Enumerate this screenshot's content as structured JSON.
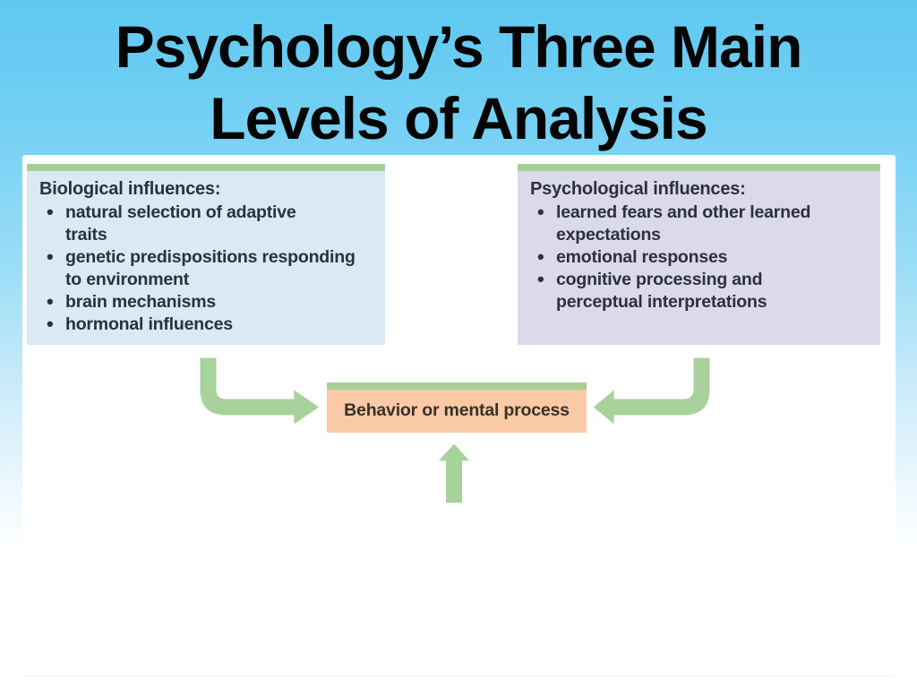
{
  "slide": {
    "title": {
      "line1": "Psychology’s Three Main",
      "line2": "Levels of Analysis"
    }
  },
  "diagram": {
    "biological": {
      "header": "Biological influences:",
      "bullets": [
        "natural selection of adaptive\ntraits",
        "genetic predispositions responding\nto environment",
        "brain mechanisms",
        "hormonal influences"
      ]
    },
    "psychological": {
      "header": "Psychological influences:",
      "bullets": [
        "learned fears and other learned\nexpectations",
        "emotional responses",
        "cognitive processing and\nperceptual interpretations"
      ]
    },
    "outcome": {
      "label": "Behavior or mental process"
    },
    "arrows": [
      "biological-to-behavior",
      "psychological-to-behavior",
      "upward-to-behavior"
    ],
    "colors": {
      "background_blue": "#5fc8f0",
      "accent_green_bar": "#a6cf98",
      "arrow_green": "#a8d29b",
      "biological_box_bg": "#d9e9f5",
      "psychological_box_bg": "#dcd9ea",
      "outcome_box_bg": "#f9caa5",
      "box_text": "#2a323c",
      "title_text": "#050505"
    }
  }
}
